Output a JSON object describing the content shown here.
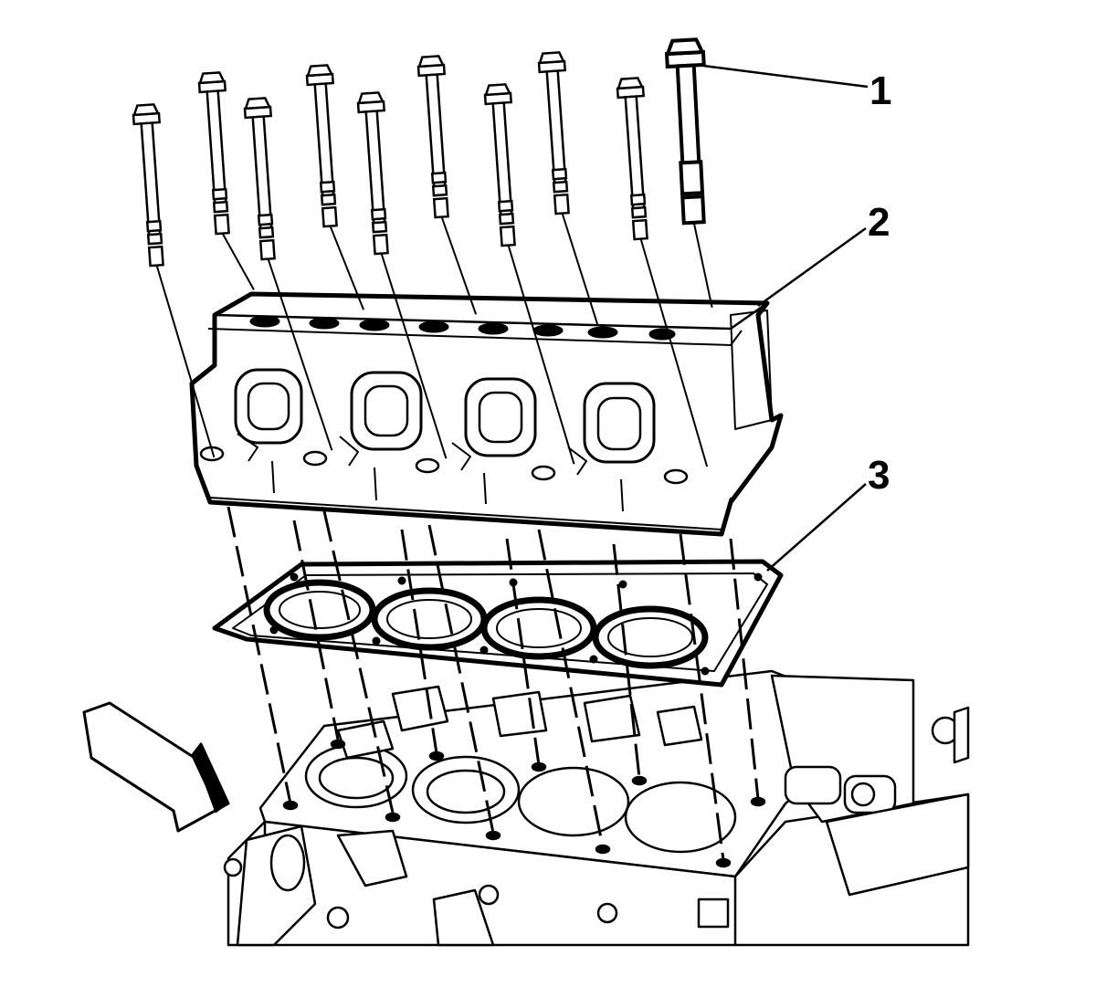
{
  "callouts": [
    {
      "number": "1",
      "part": "bolt"
    },
    {
      "number": "2",
      "part": "cylinder-head"
    },
    {
      "number": "3",
      "part": "head-gasket"
    }
  ],
  "colors": {
    "line": "#000000",
    "background": "#ffffff"
  },
  "icons": [
    "direction-arrow-icon"
  ]
}
